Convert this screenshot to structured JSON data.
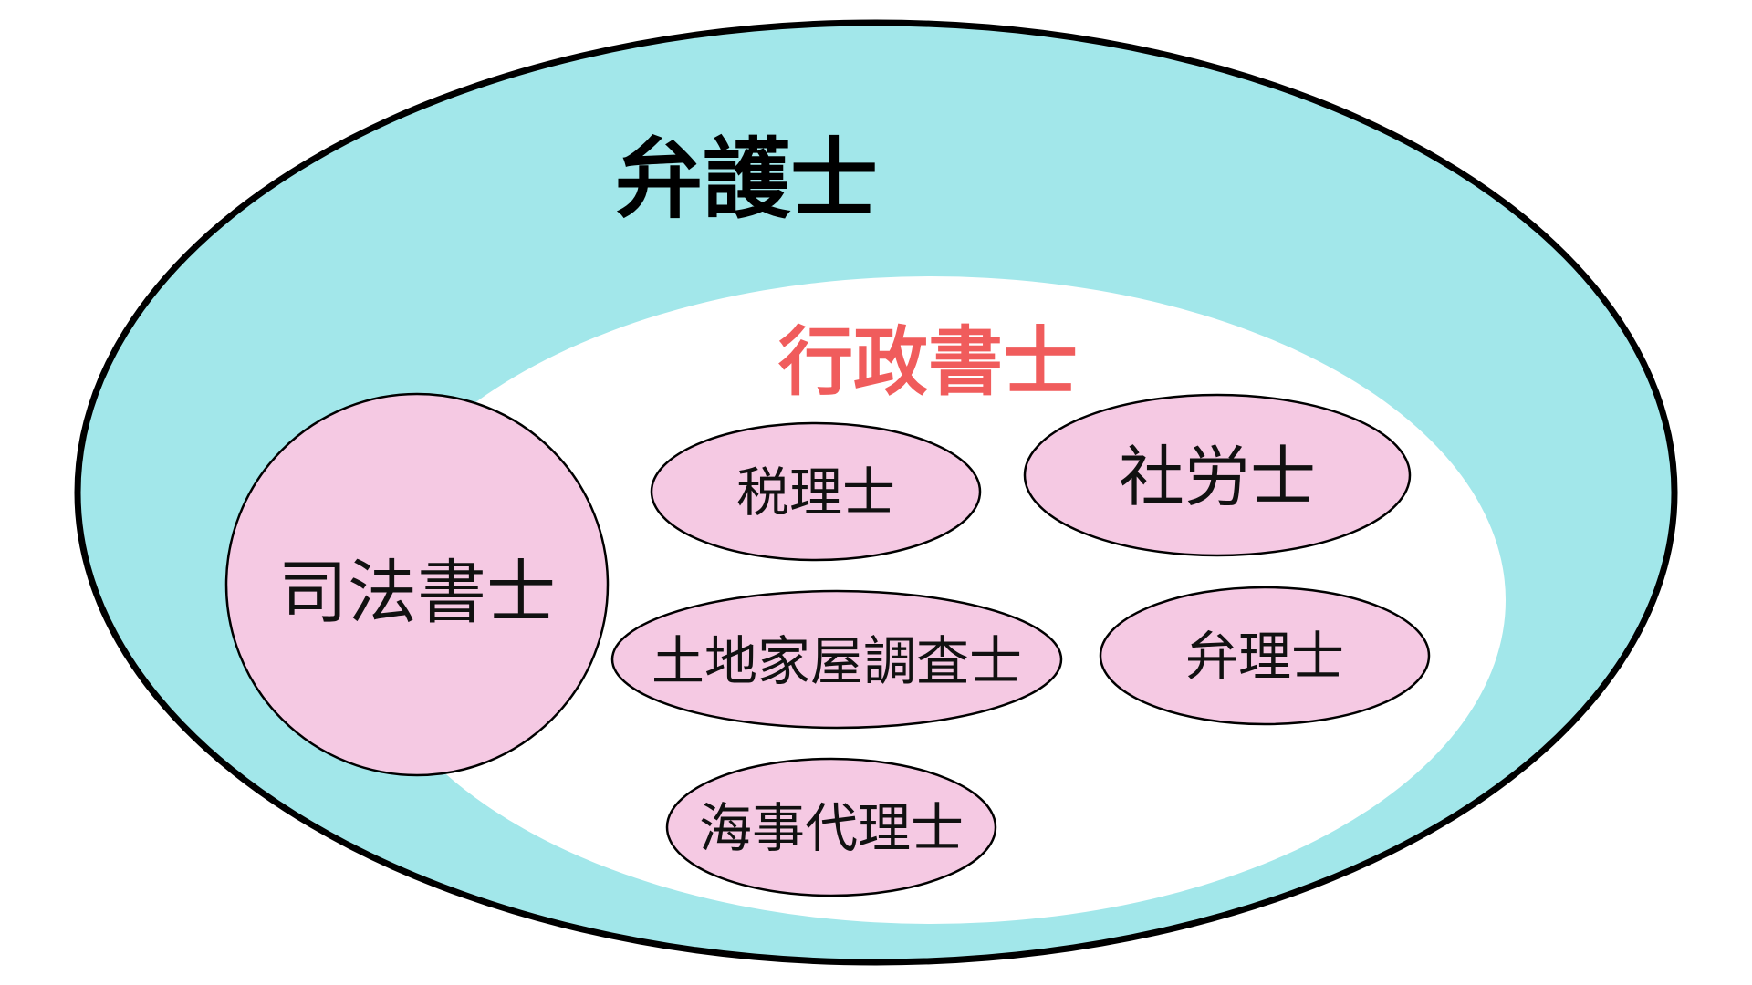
{
  "diagram": {
    "outer": {
      "label": "弁護士",
      "fill": "#a2e7ea",
      "stroke": "#000000",
      "label_color": "#000000"
    },
    "inner": {
      "label": "行政書士",
      "fill": "#ffffff",
      "label_color": "#f05c5c"
    },
    "professions": {
      "shiho": "司法書士",
      "zeiri": "税理士",
      "sharo": "社労士",
      "tochi": "土地家屋調査士",
      "benri": "弁理士",
      "kaiji": "海事代理士"
    },
    "bubble_fill": "#f5c9e3",
    "bubble_stroke": "#000000"
  }
}
